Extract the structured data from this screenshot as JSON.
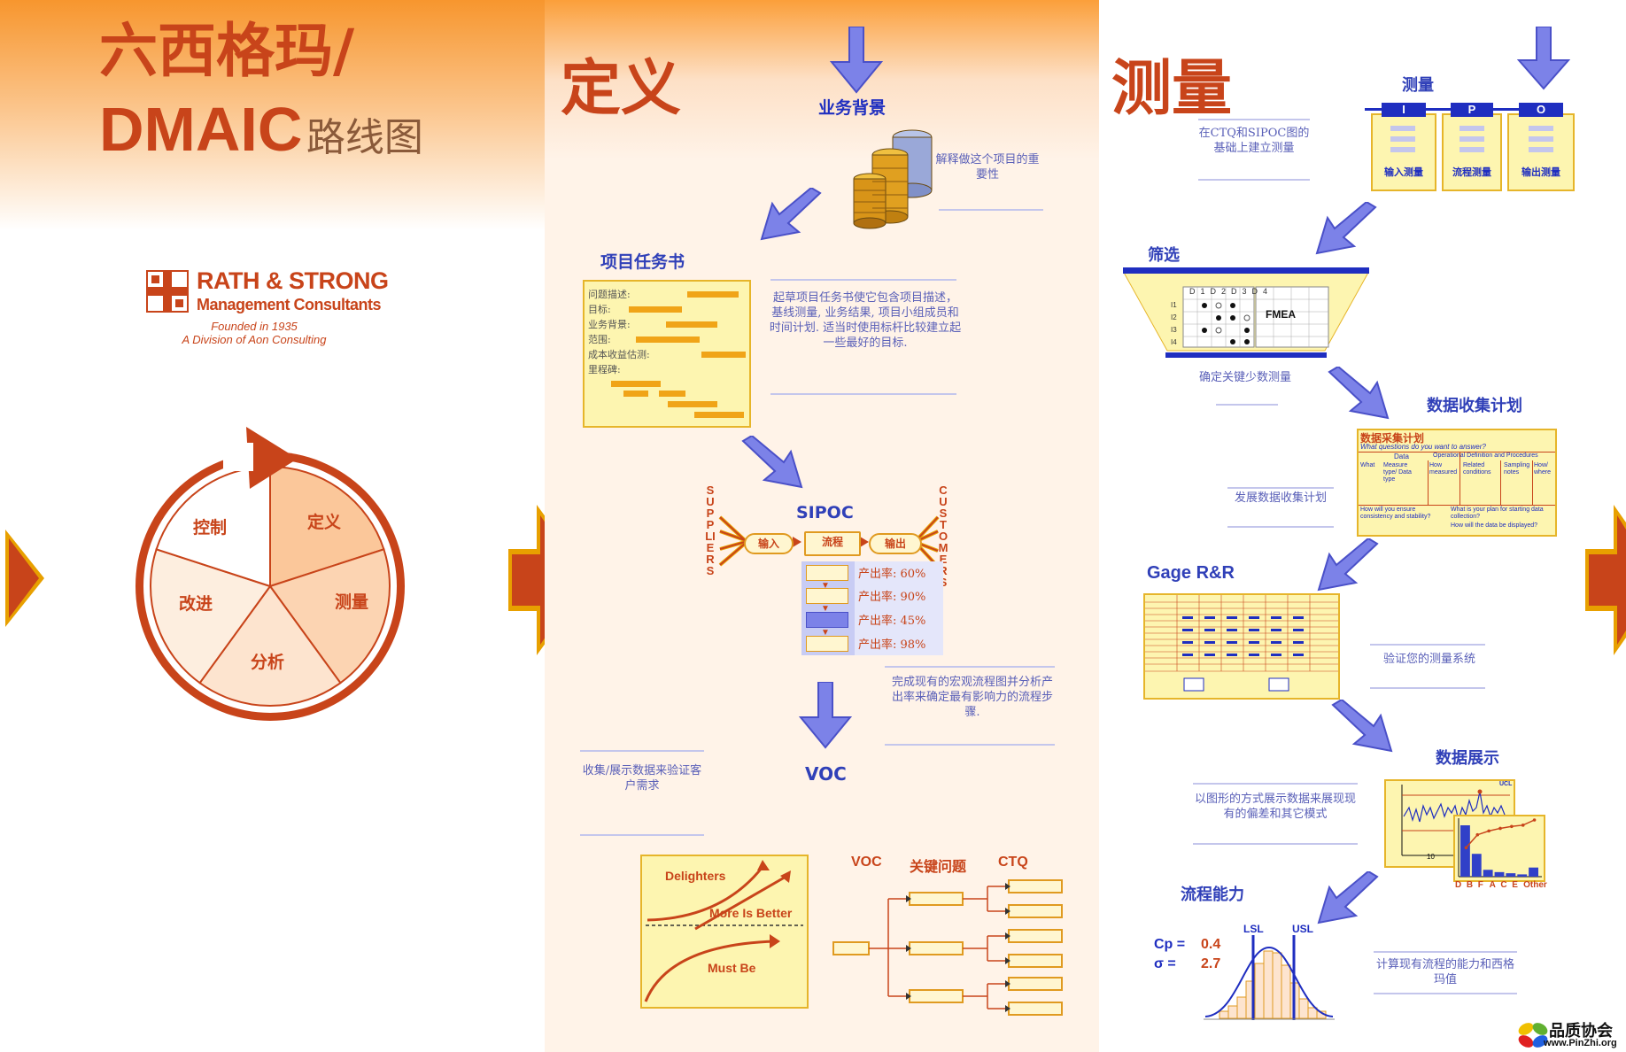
{
  "colors": {
    "orange_dark": "#c8441a",
    "orange": "#f7962e",
    "blue": "#1f2ec0",
    "arrow_blue": "#7c82e8",
    "yellow": "#fdf5b0"
  },
  "panel1": {
    "title_line1": "六西格玛/",
    "title_line2_big": "DMAIC",
    "title_line2_small": "路线图",
    "logo": {
      "name_line1": "RATH & STRONG",
      "name_line2": "Management Consultants",
      "founded": "Founded in 1935",
      "division": "A Division of Aon Consulting"
    },
    "cycle": {
      "slices": [
        "定义",
        "测量",
        "分析",
        "改进",
        "控制"
      ]
    }
  },
  "panel2": {
    "title": "定义",
    "business_background": "业务背景",
    "business_note": "解释做这个项目的重要性",
    "charter_title": "项目任务书",
    "charter_fields": [
      "问题描述:",
      "目标:",
      "业务背景:",
      "范围:",
      "成本收益估测:",
      "里程碑:"
    ],
    "charter_note": "起草项目任务书使它包含项目描述，基线测量, 业务结果, 项目小组成员和时间计划. 适当时使用标杆比较建立起一些最好的目标.",
    "sipoc": {
      "title": "SIPOC",
      "suppliers": "SUPPLIERS",
      "customers": "CUSTOMERS",
      "input": "输入",
      "process": "流程",
      "output": "输出",
      "yields": [
        "产出率: 60%",
        "产出率: 90%",
        "产出率: 45%",
        "产出率: 98%"
      ]
    },
    "sipoc_note": "完成现有的宏观流程图并分析产出率来确定最有影响力的流程步骤.",
    "voc_title": "VOC",
    "voc_note": "收集/展示数据来验证客户需求",
    "kano": {
      "delighters": "Delighters",
      "more_is_better": "More Is Better",
      "must_be": "Must Be"
    },
    "tree_headers": [
      "VOC",
      "关键问题",
      "CTQ"
    ]
  },
  "panel3": {
    "title": "测量",
    "measure_label": "测量",
    "measure_note": "在CTQ和SIPOC图的基础上建立测量",
    "ipo": [
      {
        "letter": "I",
        "caption": "输入测量"
      },
      {
        "letter": "P",
        "caption": "流程测量"
      },
      {
        "letter": "O",
        "caption": "输出测量"
      }
    ],
    "screen_title": "筛选",
    "screen_matrix": {
      "cols": [
        "D1",
        "D2",
        "D3",
        "D4"
      ],
      "rows": [
        "I1",
        "I2",
        "I3",
        "I4"
      ],
      "fmea": "FMEA"
    },
    "screen_note": "确定关键少数测量",
    "plan_title": "数据收集计划",
    "plan_form": {
      "title": "数据采集计划",
      "subtitle": "What questions do you want to answer?",
      "h1": "Data",
      "h2": "Operational Definition and Procedures",
      "c1": "What",
      "c2": "Measure type/ Data type",
      "c3": "How measured",
      "c4": "Related conditions",
      "c5": "Sampling notes",
      "c6": "How/ where",
      "q1": "How will you ensure consistency and stability?",
      "q2": "What is your plan for starting data collection?",
      "q3": "How will the data be displayed?"
    },
    "plan_note": "发展数据收集计划",
    "grr_title": "Gage R&R",
    "grr_note": "验证您的测量系统",
    "display_title": "数据展示",
    "display_note": "以图形的方式展示数据来展现现有的偏差和其它模式",
    "control_labels": {
      "ucl": "UCL",
      "x": "10"
    },
    "pareto_categories": [
      "D",
      "B",
      "F",
      "A",
      "C",
      "E",
      "Other"
    ],
    "pareto_values": [
      45,
      20,
      6,
      4,
      3,
      2,
      8
    ],
    "capability_title": "流程能力",
    "capability": {
      "cp_label": "Cp =",
      "cp_value": "0.4",
      "sigma_label": "σ  =",
      "sigma_value": "2.7",
      "lsl": "LSL",
      "usl": "USL"
    },
    "capability_note": "计算现有流程的能力和西格玛值",
    "watermark": {
      "name": "品质协会",
      "url": "www.PinZhi.org"
    }
  }
}
